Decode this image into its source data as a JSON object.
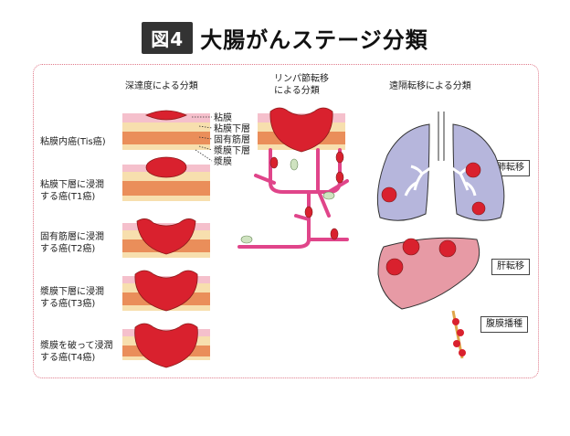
{
  "figure_label": "図4",
  "title": "大腸がんステージ分類",
  "sections": {
    "depth_header": "深達度による分類",
    "lymph_header": "リンパ節転移\nによる分類",
    "distant_header": "遠隔転移による分類"
  },
  "layers": [
    "粘膜",
    "粘膜下層",
    "固有筋層",
    "漿膜下層",
    "漿膜"
  ],
  "stages": [
    "粘膜内癌(Tis癌)",
    "粘膜下層に浸潤\nする癌(T1癌)",
    "固有筋層に浸潤\nする癌(T2癌)",
    "漿膜下層に浸潤\nする癌(T3癌)",
    "漿膜を破って浸潤\nする癌(T4癌)"
  ],
  "metastases": [
    "肺転移",
    "肝転移",
    "腹膜播種"
  ],
  "colors": {
    "tumor": "#d9212e",
    "mucosa": "#f5c0cc",
    "submucosa": "#f7dfae",
    "muscle": "#ea8e5a",
    "subserosa": "#f7dfae",
    "lymph_vessel": "#e0458a",
    "lung": "#b6b6dc",
    "liver": "#e79aa5",
    "frame": "#e07a8a"
  }
}
